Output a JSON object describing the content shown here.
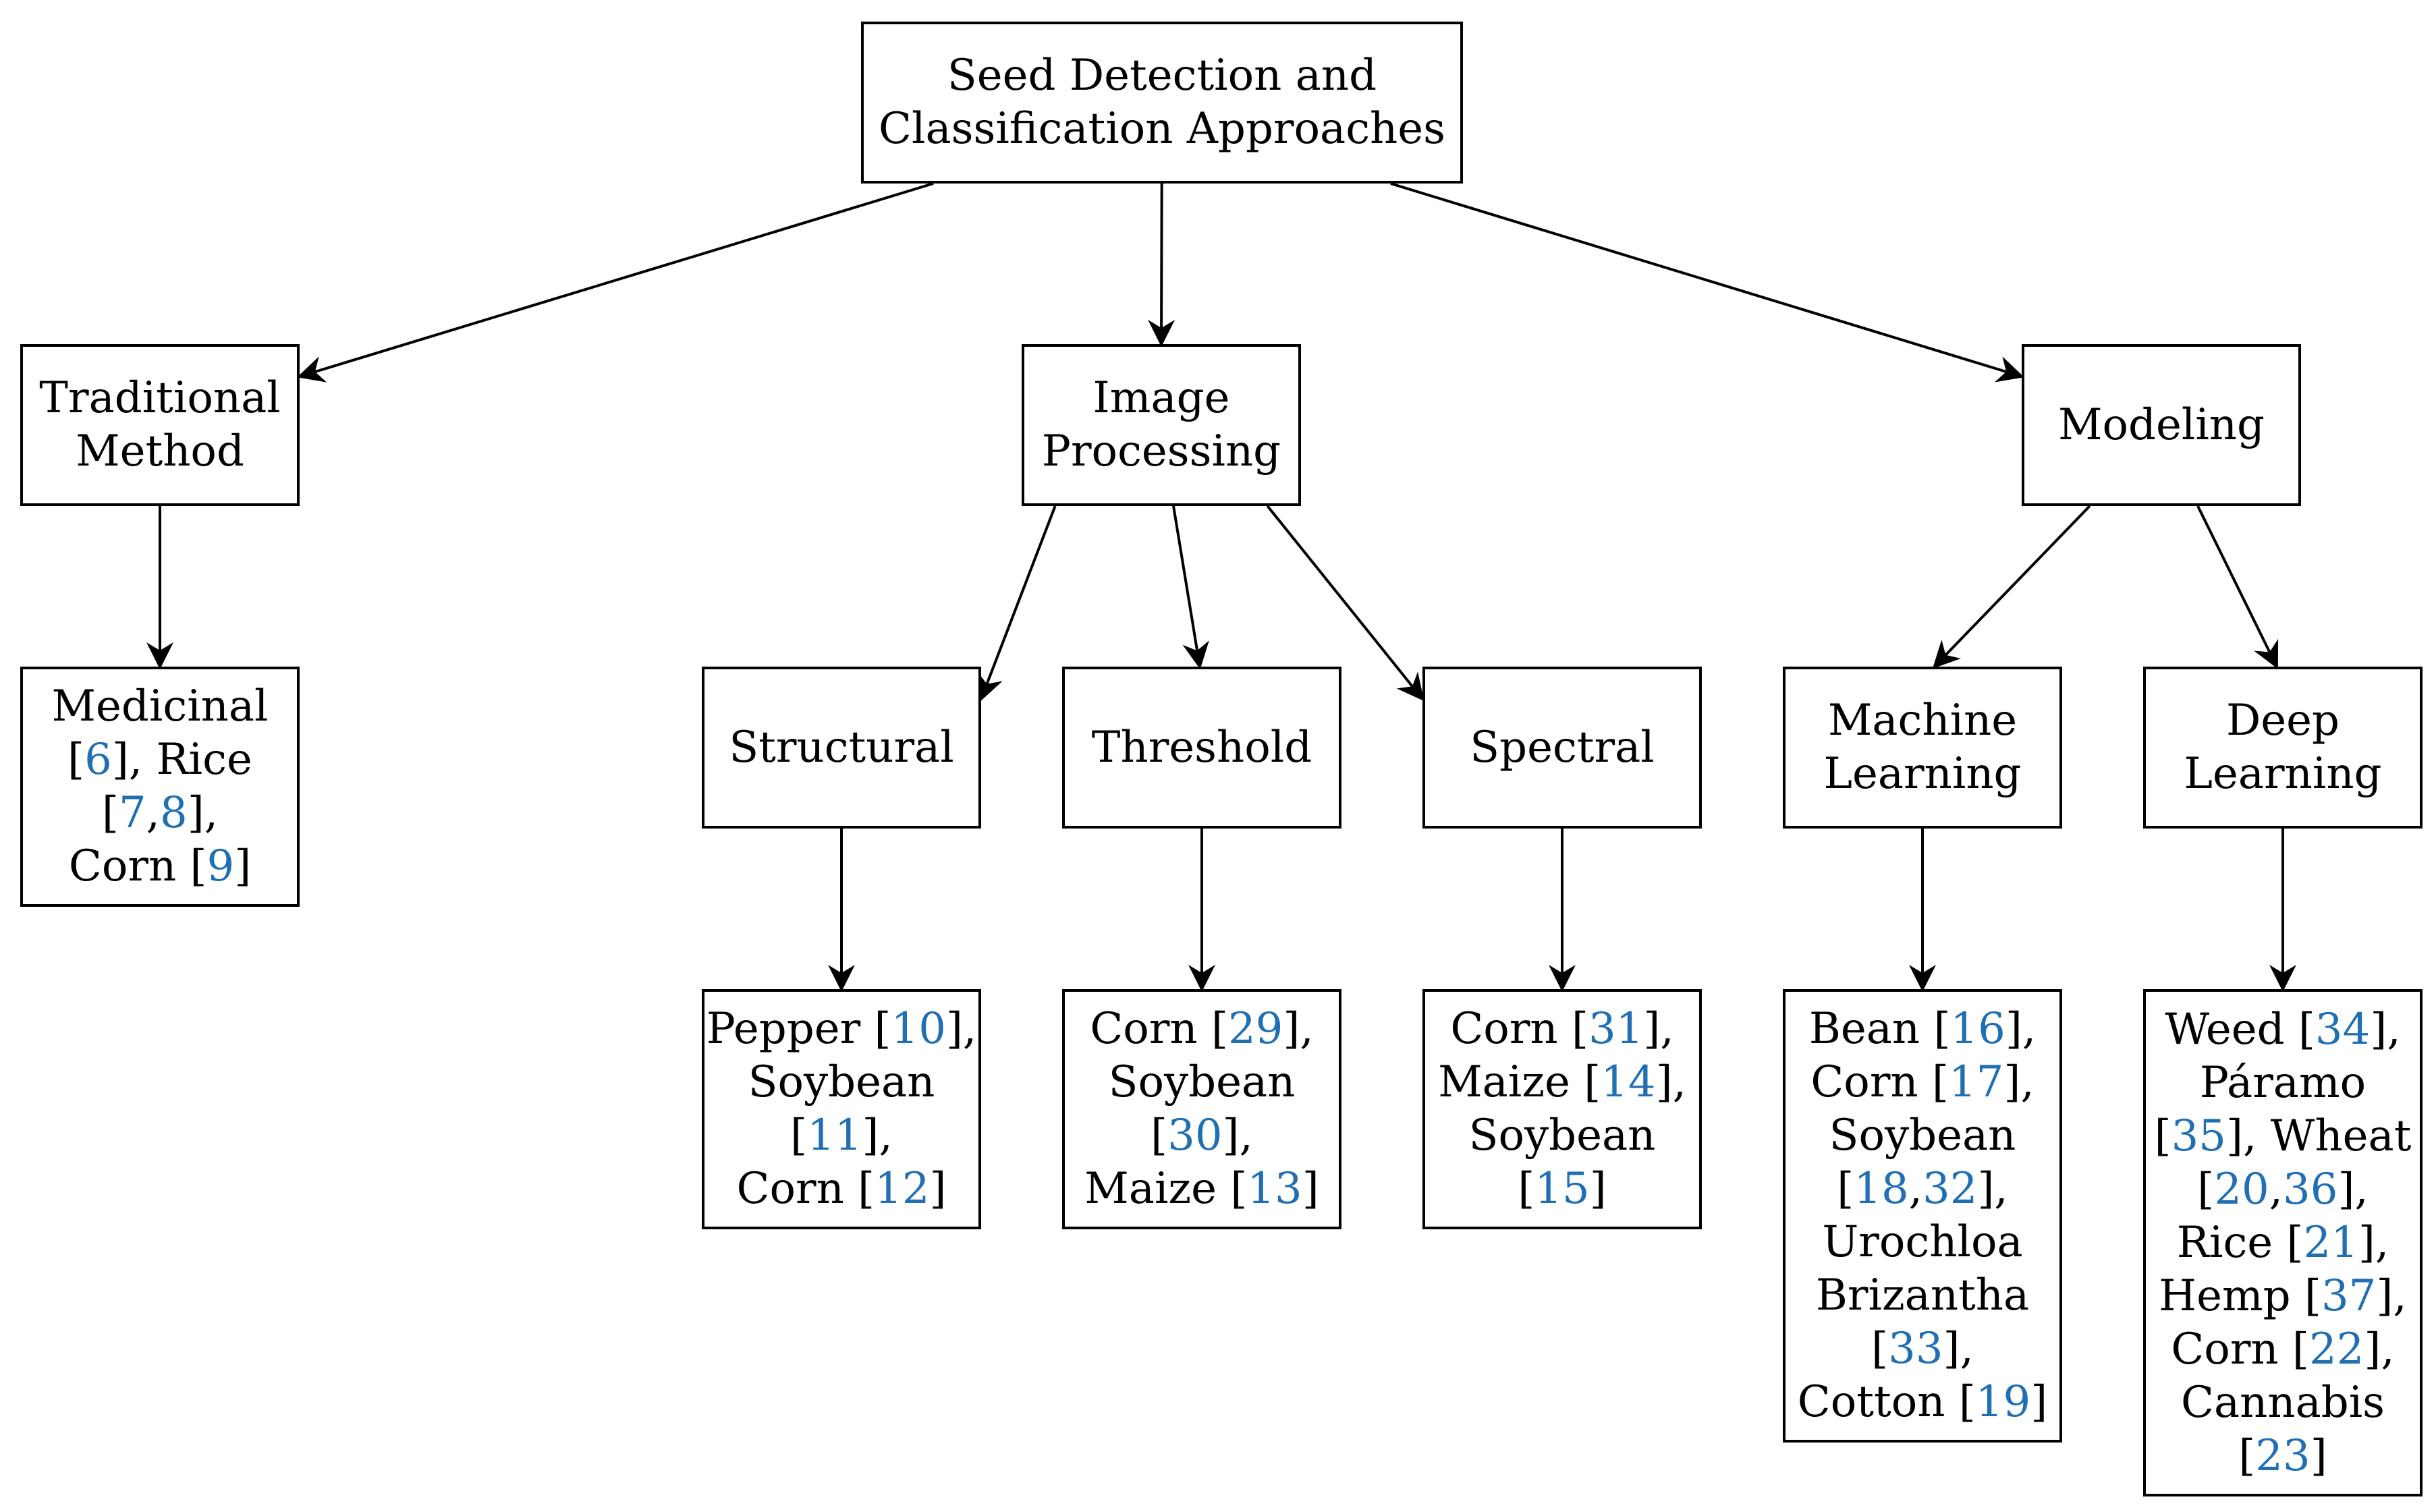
{
  "colors": {
    "reference": "#1f6fb2",
    "line": "#000000",
    "text": "#000000"
  },
  "nodes": {
    "root": {
      "lines": [
        [
          {
            "t": "Seed Detection and"
          }
        ],
        [
          {
            "t": "Classification Approaches"
          }
        ]
      ]
    },
    "traditional": {
      "lines": [
        [
          {
            "t": "Traditional"
          }
        ],
        [
          {
            "t": "Method"
          }
        ]
      ]
    },
    "imageproc": {
      "lines": [
        [
          {
            "t": "Image"
          }
        ],
        [
          {
            "t": "Processing"
          }
        ]
      ]
    },
    "modeling": {
      "lines": [
        [
          {
            "t": "Modeling"
          }
        ]
      ]
    },
    "medicinal": {
      "lines": [
        [
          {
            "t": "Medicinal"
          }
        ],
        [
          {
            "t": "["
          },
          {
            "t": "6",
            "ref": true
          },
          {
            "t": "], Rice"
          }
        ],
        [
          {
            "t": "["
          },
          {
            "t": "7",
            "ref": true
          },
          {
            "t": ","
          },
          {
            "t": "8",
            "ref": true
          },
          {
            "t": "],"
          }
        ],
        [
          {
            "t": "Corn ["
          },
          {
            "t": "9",
            "ref": true
          },
          {
            "t": "]"
          }
        ]
      ]
    },
    "structural": {
      "lines": [
        [
          {
            "t": "Structural"
          }
        ]
      ]
    },
    "threshold": {
      "lines": [
        [
          {
            "t": "Threshold"
          }
        ]
      ]
    },
    "spectral": {
      "lines": [
        [
          {
            "t": "Spectral"
          }
        ]
      ]
    },
    "ml": {
      "lines": [
        [
          {
            "t": "Machine"
          }
        ],
        [
          {
            "t": "Learning"
          }
        ]
      ]
    },
    "dl": {
      "lines": [
        [
          {
            "t": "Deep"
          }
        ],
        [
          {
            "t": "Learning"
          }
        ]
      ]
    },
    "structural_seeds": {
      "lines": [
        [
          {
            "t": "Pepper ["
          },
          {
            "t": "10",
            "ref": true
          },
          {
            "t": "],"
          }
        ],
        [
          {
            "t": "Soybean"
          }
        ],
        [
          {
            "t": "["
          },
          {
            "t": "11",
            "ref": true
          },
          {
            "t": "],"
          }
        ],
        [
          {
            "t": "Corn ["
          },
          {
            "t": "12",
            "ref": true
          },
          {
            "t": "]"
          }
        ]
      ]
    },
    "threshold_seeds": {
      "lines": [
        [
          {
            "t": "Corn ["
          },
          {
            "t": "29",
            "ref": true
          },
          {
            "t": "],"
          }
        ],
        [
          {
            "t": "Soybean"
          }
        ],
        [
          {
            "t": "["
          },
          {
            "t": "30",
            "ref": true
          },
          {
            "t": "],"
          }
        ],
        [
          {
            "t": "Maize ["
          },
          {
            "t": "13",
            "ref": true
          },
          {
            "t": "]"
          }
        ]
      ]
    },
    "spectral_seeds": {
      "lines": [
        [
          {
            "t": "Corn ["
          },
          {
            "t": "31",
            "ref": true
          },
          {
            "t": "],"
          }
        ],
        [
          {
            "t": "Maize ["
          },
          {
            "t": "14",
            "ref": true
          },
          {
            "t": "],"
          }
        ],
        [
          {
            "t": "Soybean"
          }
        ],
        [
          {
            "t": "["
          },
          {
            "t": "15",
            "ref": true
          },
          {
            "t": "]"
          }
        ]
      ]
    },
    "ml_seeds": {
      "lines": [
        [
          {
            "t": "Bean ["
          },
          {
            "t": "16",
            "ref": true
          },
          {
            "t": "],"
          }
        ],
        [
          {
            "t": "Corn ["
          },
          {
            "t": "17",
            "ref": true
          },
          {
            "t": "],"
          }
        ],
        [
          {
            "t": "Soybean"
          }
        ],
        [
          {
            "t": "["
          },
          {
            "t": "18",
            "ref": true
          },
          {
            "t": ","
          },
          {
            "t": "32",
            "ref": true
          },
          {
            "t": "],"
          }
        ],
        [
          {
            "t": "Urochloa"
          }
        ],
        [
          {
            "t": "Brizantha"
          }
        ],
        [
          {
            "t": "["
          },
          {
            "t": "33",
            "ref": true
          },
          {
            "t": "],"
          }
        ],
        [
          {
            "t": "Cotton ["
          },
          {
            "t": "19",
            "ref": true
          },
          {
            "t": "]"
          }
        ]
      ]
    },
    "dl_seeds": {
      "lines": [
        [
          {
            "t": "Weed ["
          },
          {
            "t": "34",
            "ref": true
          },
          {
            "t": "],"
          }
        ],
        [
          {
            "t": "Páramo"
          }
        ],
        [
          {
            "t": "["
          },
          {
            "t": "35",
            "ref": true
          },
          {
            "t": "], Wheat"
          }
        ],
        [
          {
            "t": "["
          },
          {
            "t": "20",
            "ref": true
          },
          {
            "t": ","
          },
          {
            "t": "36",
            "ref": true
          },
          {
            "t": "],"
          }
        ],
        [
          {
            "t": "Rice ["
          },
          {
            "t": "21",
            "ref": true
          },
          {
            "t": "],"
          }
        ],
        [
          {
            "t": "Hemp ["
          },
          {
            "t": "37",
            "ref": true
          },
          {
            "t": "],"
          }
        ],
        [
          {
            "t": "Corn ["
          },
          {
            "t": "22",
            "ref": true
          },
          {
            "t": "],"
          }
        ],
        [
          {
            "t": "Cannabis"
          }
        ],
        [
          {
            "t": "["
          },
          {
            "t": "23",
            "ref": true
          },
          {
            "t": "]"
          }
        ]
      ]
    }
  },
  "edges": [
    {
      "from": "root",
      "to": "traditional"
    },
    {
      "from": "root",
      "to": "imageproc"
    },
    {
      "from": "root",
      "to": "modeling"
    },
    {
      "from": "traditional",
      "to": "medicinal"
    },
    {
      "from": "imageproc",
      "to": "structural"
    },
    {
      "from": "imageproc",
      "to": "threshold"
    },
    {
      "from": "imageproc",
      "to": "spectral"
    },
    {
      "from": "modeling",
      "to": "ml"
    },
    {
      "from": "modeling",
      "to": "dl"
    },
    {
      "from": "structural",
      "to": "structural_seeds"
    },
    {
      "from": "threshold",
      "to": "threshold_seeds"
    },
    {
      "from": "spectral",
      "to": "spectral_seeds"
    },
    {
      "from": "ml",
      "to": "ml_seeds"
    },
    {
      "from": "dl",
      "to": "dl_seeds"
    }
  ]
}
